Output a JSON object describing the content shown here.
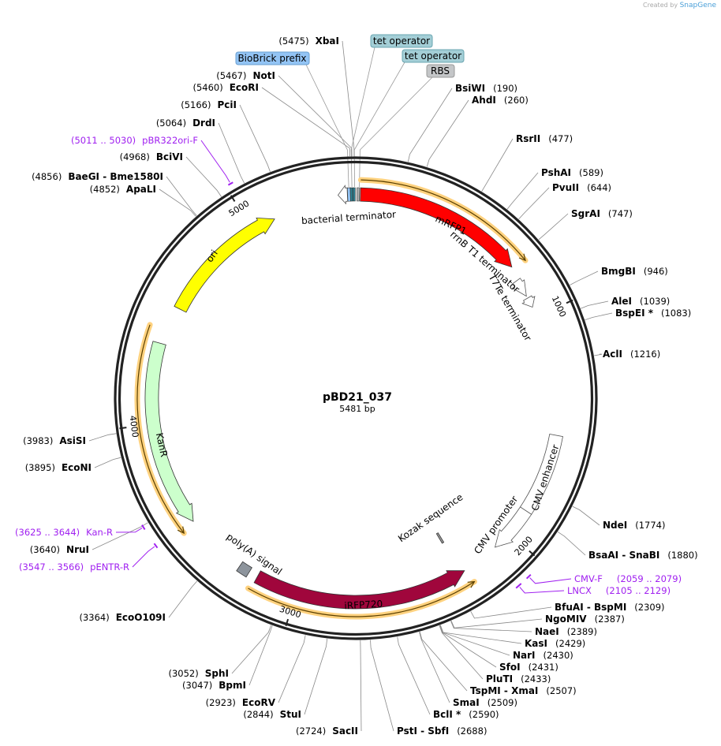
{
  "header": {
    "credit": "Created by",
    "brand": "SnapGene"
  },
  "plasmid": {
    "name": "pBD21_037",
    "length_label": "5481 bp",
    "length_bp": 5481
  },
  "ticks": [
    "1000",
    "2000",
    "3000",
    "4000",
    "5000"
  ],
  "sites": [
    {
      "name": "XbaI",
      "pos": "5475"
    },
    {
      "name": "NotI",
      "pos": "5467"
    },
    {
      "name": "EcoRI",
      "pos": "5460"
    },
    {
      "name": "PciI",
      "pos": "5166"
    },
    {
      "name": "DrdI",
      "pos": "5064"
    },
    {
      "name": "BciVI",
      "pos": "4968"
    },
    {
      "name": "BaeGI  - Bme1580I",
      "pos": "4856"
    },
    {
      "name": "ApaLI",
      "pos": "4852"
    },
    {
      "name": "AsiSI",
      "pos": "3983"
    },
    {
      "name": "EcoNI",
      "pos": "3895"
    },
    {
      "name": "NruI",
      "pos": "3640"
    },
    {
      "name": "EcoO109I",
      "pos": "3364"
    },
    {
      "name": "SphI",
      "pos": "3052"
    },
    {
      "name": "BpmI",
      "pos": "3047"
    },
    {
      "name": "EcoRV",
      "pos": "2923"
    },
    {
      "name": "StuI",
      "pos": "2844"
    },
    {
      "name": "SacII",
      "pos": "2724"
    },
    {
      "name": "PstI  - SbfI",
      "pos": "2688"
    },
    {
      "name": "BclI *",
      "pos": "2590"
    },
    {
      "name": "SmaI",
      "pos": "2509"
    },
    {
      "name": "TspMI  - XmaI",
      "pos": "2507"
    },
    {
      "name": "PluTI",
      "pos": "2433"
    },
    {
      "name": "SfoI",
      "pos": "2431"
    },
    {
      "name": "NarI",
      "pos": "2430"
    },
    {
      "name": "KasI",
      "pos": "2429"
    },
    {
      "name": "NaeI",
      "pos": "2389"
    },
    {
      "name": "NgoMIV",
      "pos": "2387"
    },
    {
      "name": "BfuAI  - BspMI",
      "pos": "2309"
    },
    {
      "name": "BsaAI  - SnaBI",
      "pos": "1880"
    },
    {
      "name": "NdeI",
      "pos": "1774"
    },
    {
      "name": "AclI",
      "pos": "1216"
    },
    {
      "name": "BspEI *",
      "pos": "1083"
    },
    {
      "name": "AleI",
      "pos": "1039"
    },
    {
      "name": "BmgBI",
      "pos": "946"
    },
    {
      "name": "SgrAI",
      "pos": "747"
    },
    {
      "name": "PvuII",
      "pos": "644"
    },
    {
      "name": "PshAI",
      "pos": "589"
    },
    {
      "name": "RsrII",
      "pos": "477"
    },
    {
      "name": "AhdI",
      "pos": "260"
    },
    {
      "name": "BsiWI",
      "pos": "190"
    }
  ],
  "primers": [
    {
      "name": "pBR322ori-F",
      "range": "(5011 .. 5030)",
      "start": 5011,
      "end": 5030
    },
    {
      "name": "Kan-R",
      "range": "(3625 .. 3644)",
      "start": 3625,
      "end": 3644
    },
    {
      "name": "pENTR-R",
      "range": "(3547 .. 3566)",
      "start": 3547,
      "end": 3566
    },
    {
      "name": "CMV-F",
      "range": "(2059 .. 2079)",
      "start": 2059,
      "end": 2079
    },
    {
      "name": "LNCX",
      "range": "(2105 .. 2129)",
      "start": 2105,
      "end": 2129
    }
  ],
  "primer_color": "#a020f0",
  "callouts": [
    {
      "label": "BioBrick prefix",
      "color": "#93c4f5",
      "bp": 5452
    },
    {
      "label": "tet operator",
      "color": "#a3ced6",
      "bp": 5465
    },
    {
      "label": "tet operator",
      "color": "#a3ced6",
      "bp": 5476
    },
    {
      "label": "RBS",
      "color": "#c4c6c8",
      "bp": 15
    }
  ],
  "features": [
    {
      "name": "mRFP1",
      "start": 20,
      "end": 760,
      "dir": 1,
      "color": "#ff0000",
      "text_color": "#ffffff"
    },
    {
      "name": "rrnB T1 terminator",
      "start": 820,
      "end": 900,
      "dir": 1,
      "color": "#ffffff"
    },
    {
      "name": "T7Te terminator",
      "start": 910,
      "end": 955,
      "dir": 1,
      "color": "#ffffff"
    },
    {
      "name": "CMV enhancer",
      "start": 1530,
      "end": 1880,
      "dir": 0,
      "color": "#ffffff"
    },
    {
      "name": "CMV promoter",
      "start": 1880,
      "end": 2085,
      "dir": 1,
      "color": "#ffffff"
    },
    {
      "name": "Kozak sequence",
      "start": 2262,
      "end": 2272,
      "dir": 0,
      "color": "#999999"
    },
    {
      "name": "iRFP720",
      "start": 2250,
      "end": 3180,
      "dir": -1,
      "color": "#a0063c",
      "text_color": "#ffffff"
    },
    {
      "name": "poly(A) signal",
      "start": 3220,
      "end": 3268,
      "dir": 0,
      "color": "#8d949c"
    },
    {
      "name": "KanR",
      "start": 3545,
      "end": 4350,
      "dir": -1,
      "color": "#ccffcc"
    },
    {
      "name": "ori",
      "start": 4520,
      "end": 5110,
      "dir": 1,
      "color": "#ffff00"
    },
    {
      "name": "bacterial terminator",
      "start": 5405,
      "end": 5445,
      "dir": -1,
      "color": "#ffffff"
    }
  ],
  "small_features": [
    {
      "start": 5446,
      "end": 5458,
      "color": "#93c4f5"
    },
    {
      "start": 5458,
      "end": 5468,
      "color": "#2f7f90"
    },
    {
      "start": 5469,
      "end": 5479,
      "color": "#2f7f90"
    },
    {
      "start": 5,
      "end": 16,
      "color": "#b0b0b0"
    }
  ],
  "orfs": [
    {
      "of": "mRFP1",
      "start": 20,
      "end": 775,
      "dir": 1
    },
    {
      "of": "iRFP720",
      "start": 2240,
      "end": 3190,
      "dir": -1
    },
    {
      "of": "KanR",
      "start": 3530,
      "end": 4410,
      "dir": -1
    }
  ],
  "orf_color": "#ffd27f"
}
